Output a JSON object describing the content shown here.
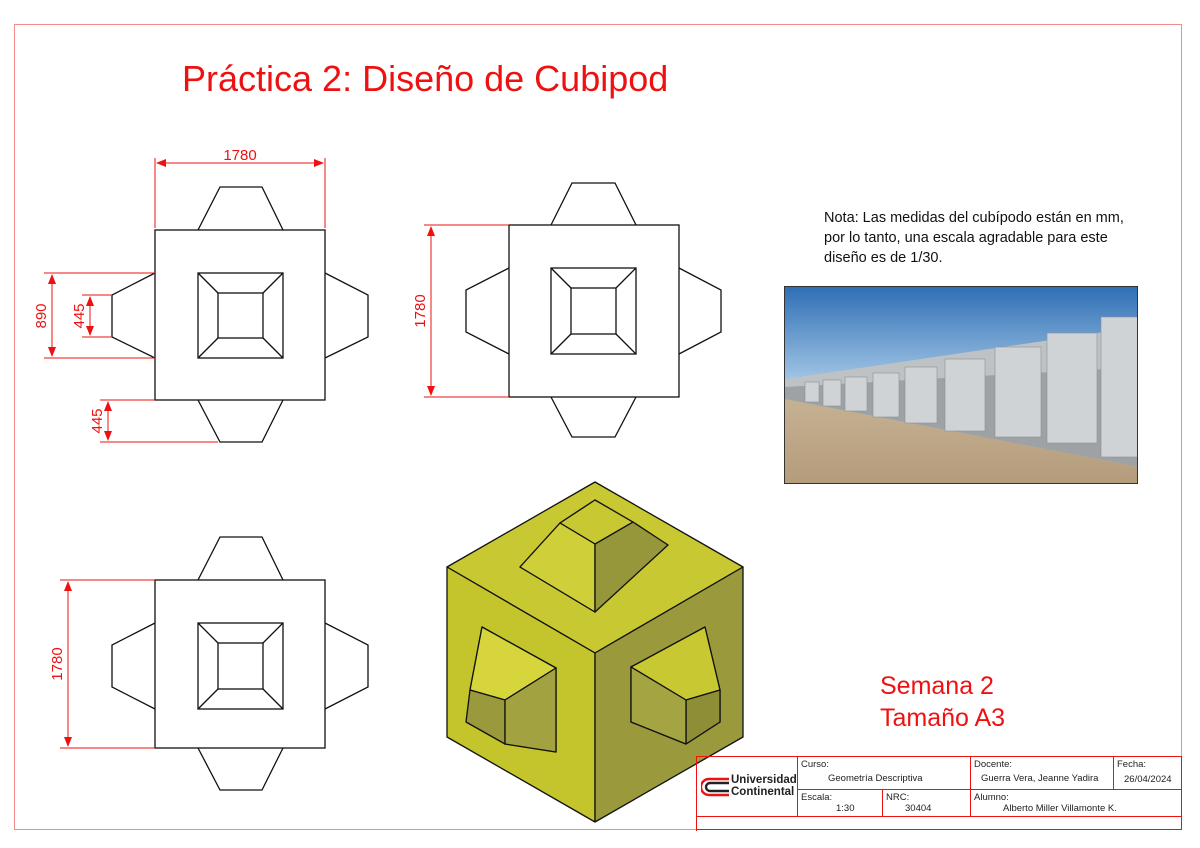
{
  "title": "Práctica 2: Diseño de Cubipod",
  "dimensions": {
    "top_width": "1780",
    "side_height": "890",
    "side_small": "445",
    "bottom_small": "445",
    "view2_height": "1780",
    "view3_height": "1780"
  },
  "note": "Nota: Las medidas del cubípodo están en mm, por lo tanto, una escala agradable para este diseño es de 1/30.",
  "week": {
    "line1": "Semana 2",
    "line2": "Tamaño A3"
  },
  "title_block": {
    "logo": "Universidad Continental",
    "course_label": "Curso:",
    "course_value": "Geometría Descriptiva",
    "teacher_label": "Docente:",
    "teacher_value": "Guerra Vera, Jeanne Yadira",
    "date_label": "Fecha:",
    "date_value": "26/04/2024",
    "scale_label": "Escala:",
    "scale_value": "1:30",
    "nrc_label": "NRC:",
    "nrc_value": "30404",
    "student_label": "Alumno:",
    "student_value": "Alberto Miller Villamonte K."
  },
  "colors": {
    "accent": "#ee1111",
    "cube_top": "#c8c832",
    "cube_left": "#d0d030",
    "cube_right": "#9a9a3c",
    "cube_dark": "#8a8a34"
  }
}
